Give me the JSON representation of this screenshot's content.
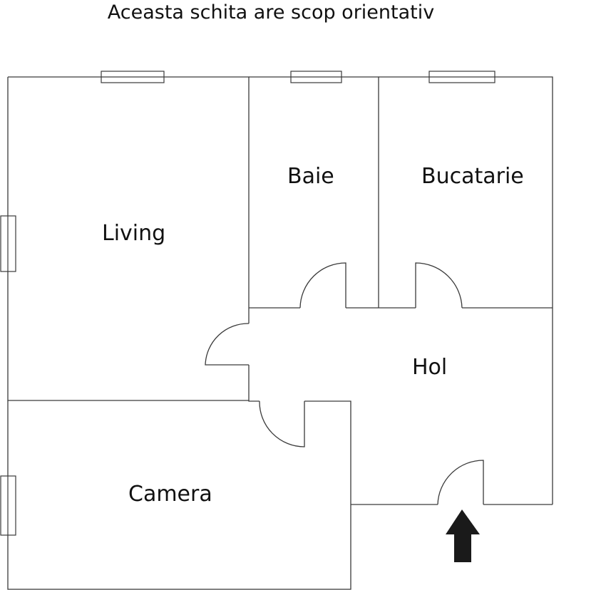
{
  "title": "Aceasta schita are scop orientativ",
  "rooms": {
    "living": "Living",
    "baie": "Baie",
    "bucatarie": "Bucatarie",
    "hol": "Hol",
    "camera": "Camera"
  },
  "entrance_icon": "up-arrow-icon",
  "colors": {
    "walls": "#3a3a3a",
    "arrow": "#1a1a1a",
    "background": "#ffffff"
  }
}
